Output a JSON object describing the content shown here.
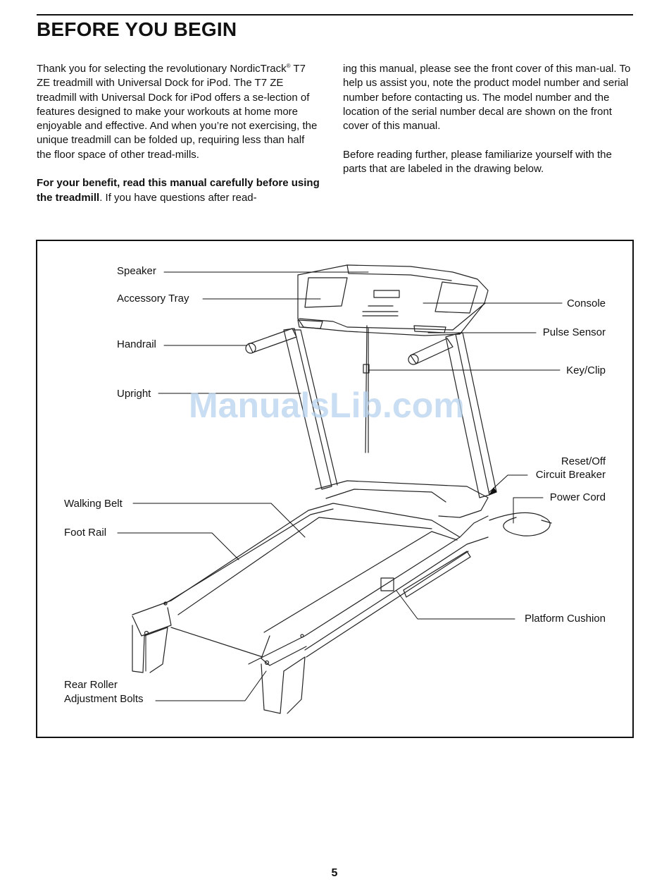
{
  "header": {
    "title": "BEFORE YOU BEGIN"
  },
  "intro": {
    "p1_a": "Thank you for selecting the revolutionary NordicTrack",
    "p1_reg": "®",
    "p1_b": " T7 ZE treadmill with Universal Dock for iPod. The T7 ZE treadmill with Universal Dock for iPod offers a se-lection of features designed to make your workouts at home more enjoyable and effective. And when you’re not exercising, the unique treadmill can be folded up, requiring less than half the floor space of other tread-mills.",
    "p2_bold": "For your benefit, read this manual carefully before using the treadmill",
    "p2_rest": ". If you have questions after read-",
    "p3": "ing this manual, please see the front cover of this man-ual. To help us assist you, note the product model number and serial number before contacting us. The model number and the location of the serial number decal are shown on the front cover of this manual.",
    "p4": "Before reading further, please familiarize yourself with the parts that are labeled in the drawing below."
  },
  "diagram": {
    "labels": {
      "speaker": "Speaker",
      "accessory_tray": "Accessory Tray",
      "handrail": "Handrail",
      "upright": "Upright",
      "walking_belt": "Walking Belt",
      "foot_rail": "Foot Rail",
      "rear_roller_1": "Rear Roller",
      "rear_roller_2": "Adjustment Bolts",
      "console": "Console",
      "pulse_sensor": "Pulse Sensor",
      "key_clip": "Key/Clip",
      "reset_off": "Reset/Off",
      "circuit_breaker": "Circuit Breaker",
      "power_cord": "Power Cord",
      "platform_cushion": "Platform Cushion"
    }
  },
  "watermark": "ManualsLib.com",
  "footer": {
    "page_number": "5"
  }
}
